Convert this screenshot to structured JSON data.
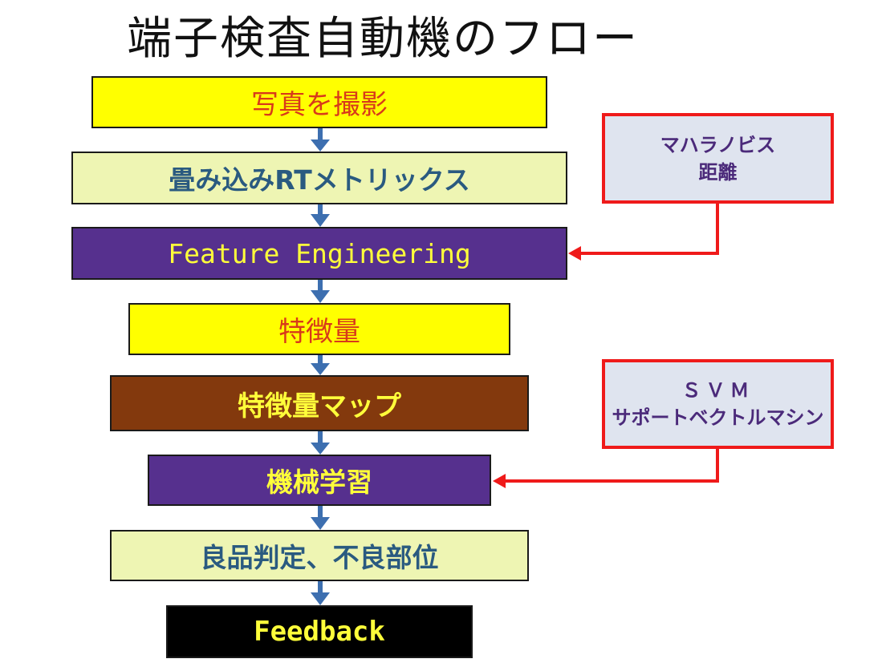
{
  "title": "端子検査自動機のフロー",
  "flow": {
    "steps": [
      "写真を撮影",
      "畳み込みRTメトリックス",
      "Feature Engineering",
      "特徴量",
      "特徴量マップ",
      "機械学習",
      "良品判定、不良部位",
      "Feedback"
    ]
  },
  "side_notes": [
    {
      "line1": "マハラノビス",
      "line2": "距離",
      "target": "Feature Engineering"
    },
    {
      "line1": "ＳＶＭ",
      "line2": "サポートベクトルマシン",
      "target": "機械学習"
    }
  ],
  "colors": {
    "yellow_box": "#ffff00",
    "cream_box": "#eef5b3",
    "purple_box": "#56308e",
    "brown_box": "#83390d",
    "black_box": "#000000",
    "flow_arrow": "#3d6fb0",
    "side_border": "#ef1a1a",
    "side_fill": "#dfe4ef"
  }
}
